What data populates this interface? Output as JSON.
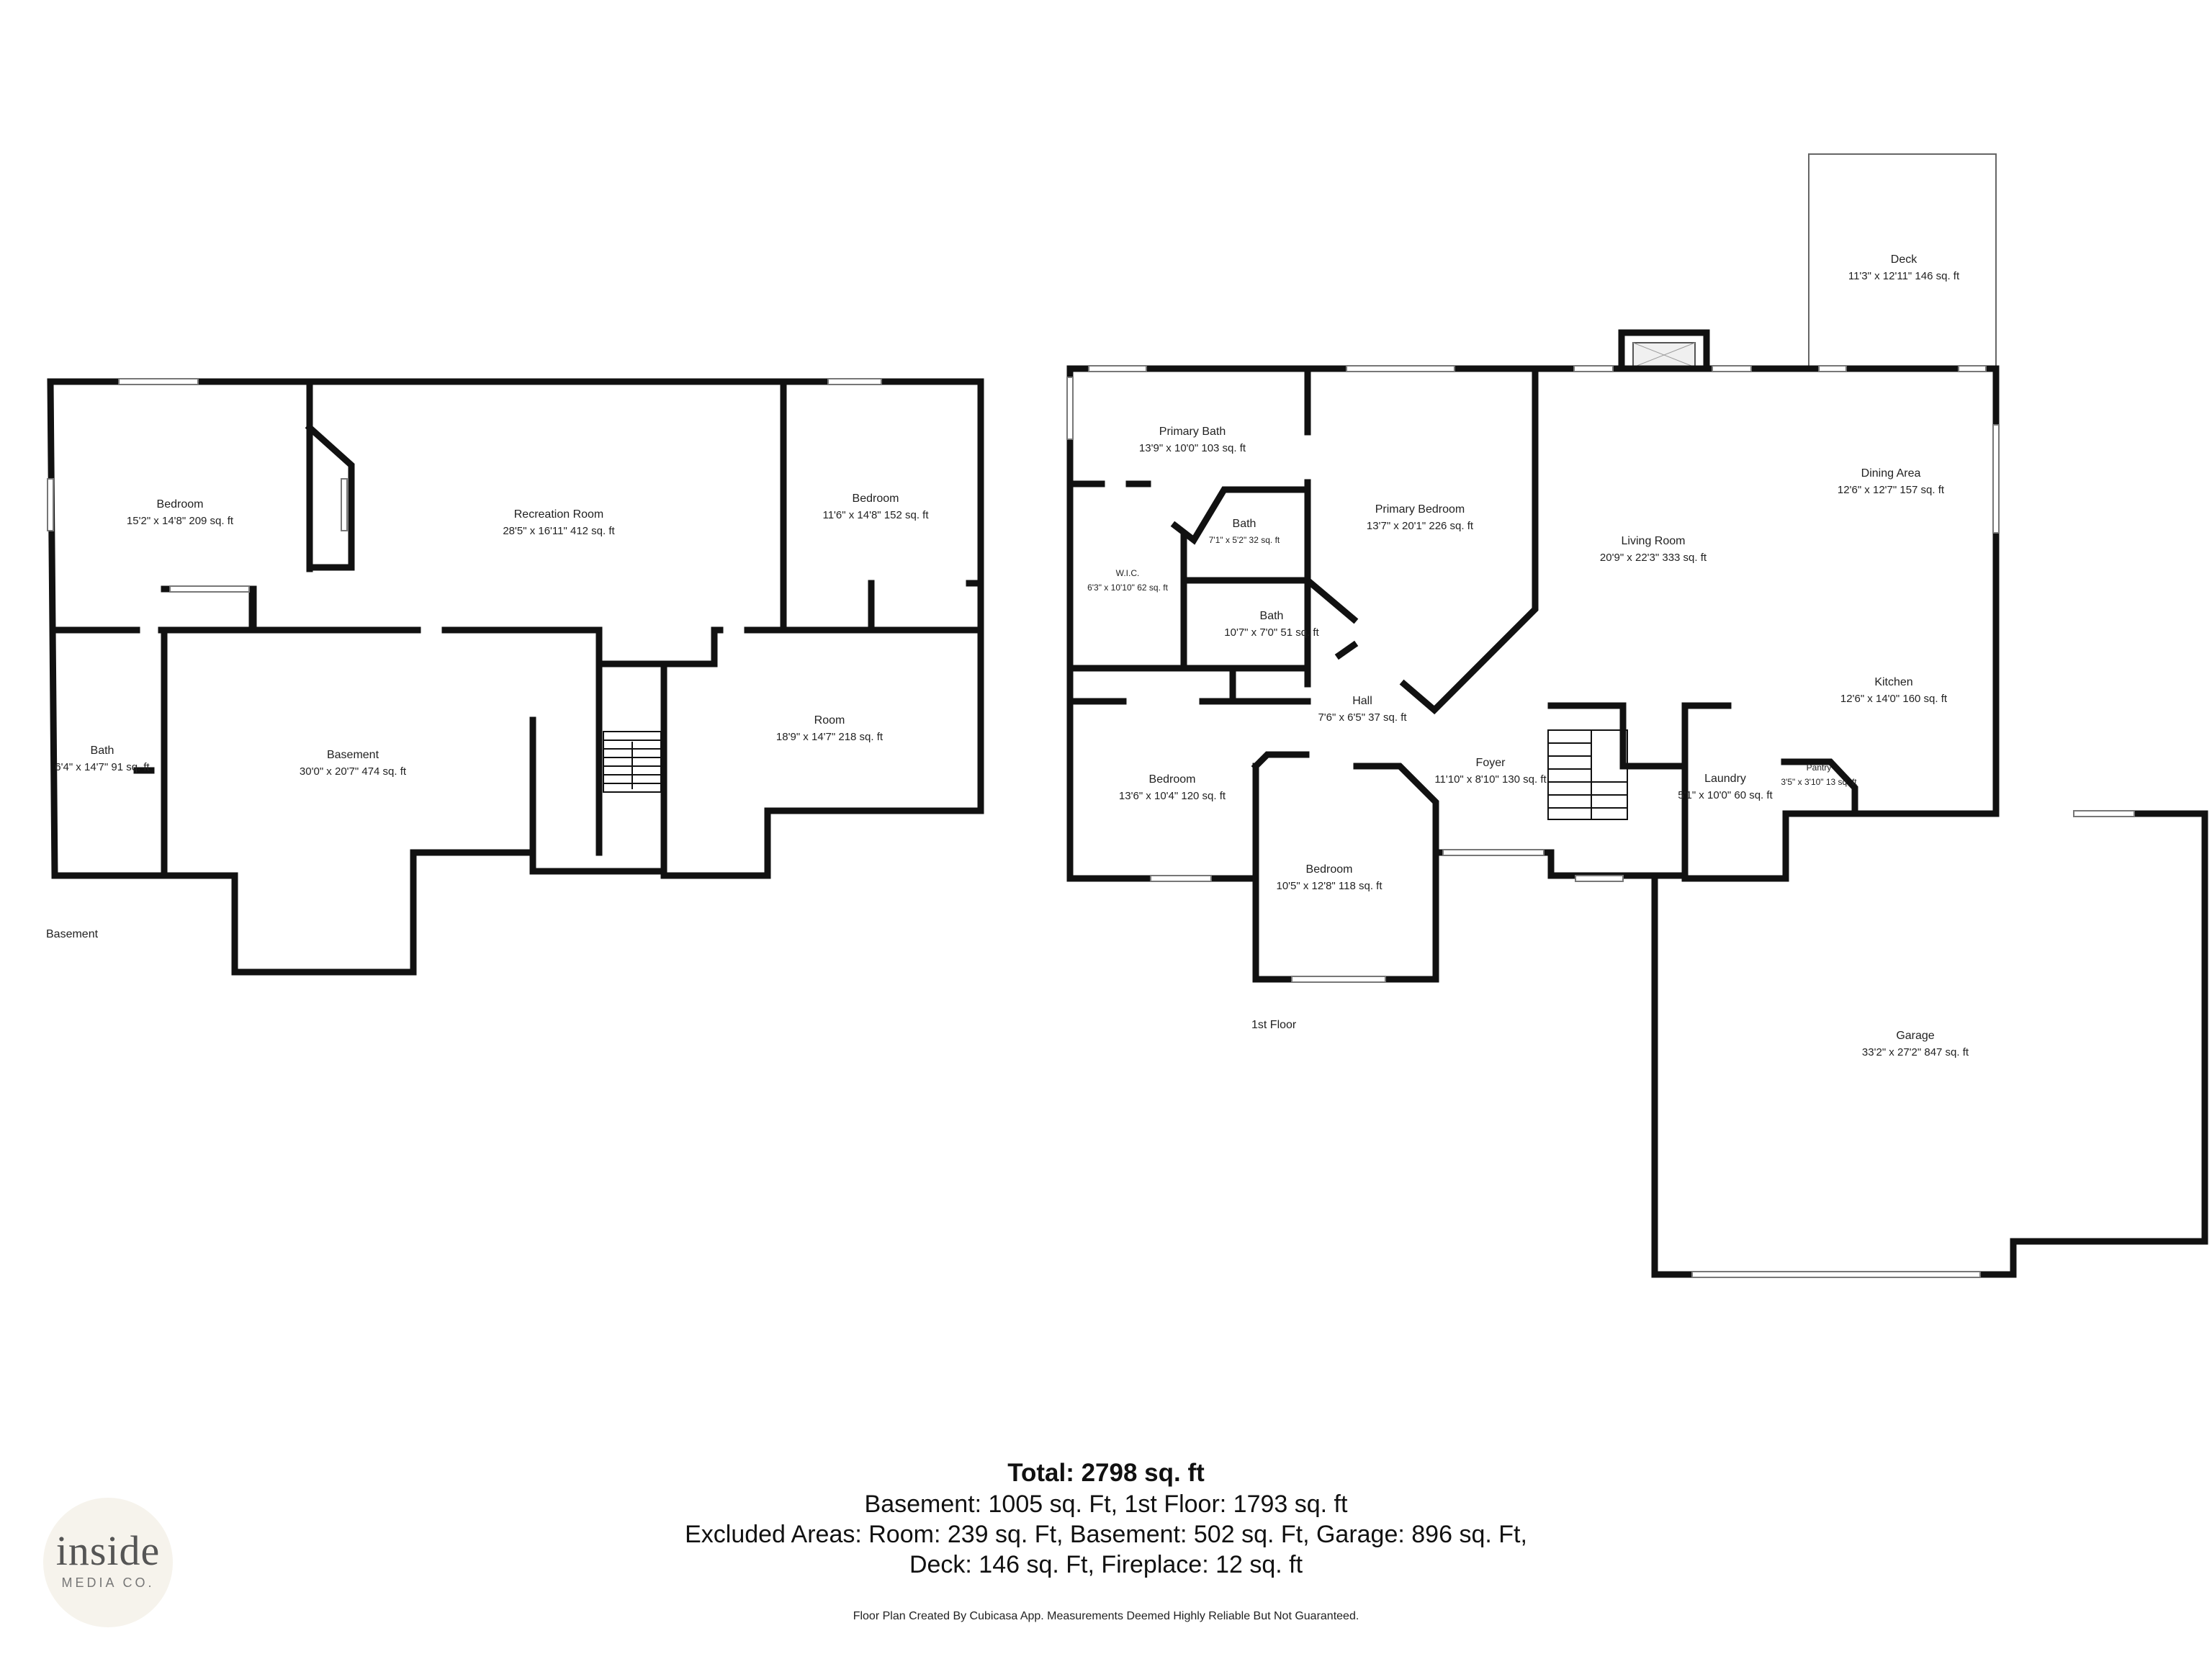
{
  "floors": [
    {
      "label": "Basement",
      "rooms": [
        {
          "name": "Bedroom",
          "dims": "15'2\" x 14'8\" 209 sq. ft"
        },
        {
          "name": "Recreation Room",
          "dims": "28'5\" x 16'11\" 412 sq. ft"
        },
        {
          "name": "Bedroom",
          "dims": "11'6\" x 14'8\" 152 sq. ft"
        },
        {
          "name": "Bath",
          "dims": "6'4\" x 14'7\" 91 sq. ft"
        },
        {
          "name": "Basement",
          "dims": "30'0\" x 20'7\" 474 sq. ft"
        },
        {
          "name": "Room",
          "dims": "18'9\" x 14'7\" 218 sq. ft"
        }
      ]
    },
    {
      "label": "1st Floor",
      "rooms": [
        {
          "name": "Deck",
          "dims": "11'3\" x 12'11\" 146 sq. ft"
        },
        {
          "name": "Primary Bath",
          "dims": "13'9\" x 10'0\" 103 sq. ft"
        },
        {
          "name": "Bath",
          "dims": "7'1\" x 5'2\" 32 sq. ft"
        },
        {
          "name": "W.I.C.",
          "dims": "6'3\" x 10'10\" 62 sq. ft"
        },
        {
          "name": "Bath",
          "dims": "10'7\" x 7'0\" 51 sq. ft"
        },
        {
          "name": "Primary Bedroom",
          "dims": "13'7\" x 20'1\" 226 sq. ft"
        },
        {
          "name": "Living Room",
          "dims": "20'9\" x 22'3\" 333 sq. ft"
        },
        {
          "name": "Dining Area",
          "dims": "12'6\" x 12'7\" 157 sq. ft"
        },
        {
          "name": "Kitchen",
          "dims": "12'6\" x 14'0\" 160 sq. ft"
        },
        {
          "name": "Hall",
          "dims": "7'6\" x 6'5\" 37 sq. ft"
        },
        {
          "name": "Foyer",
          "dims": "11'10\" x 8'10\" 130 sq. ft"
        },
        {
          "name": "Bedroom",
          "dims": "13'6\" x 10'4\" 120 sq. ft"
        },
        {
          "name": "Bedroom",
          "dims": "10'5\" x 12'8\" 118 sq. ft"
        },
        {
          "name": "Laundry",
          "dims": "5'1\" x 10'0\" 60 sq. ft"
        },
        {
          "name": "Pantry",
          "dims": "3'5\" x 3'10\" 13 sq. ft"
        },
        {
          "name": "Garage",
          "dims": "33'2\" x 27'2\" 847 sq. ft"
        }
      ]
    }
  ],
  "summary": {
    "total": "Total: 2798 sq. ft",
    "line1": "Basement: 1005 sq. Ft, 1st Floor: 1793 sq. ft",
    "line2": "Excluded Areas: Room: 239 sq. Ft, Basement: 502 sq. Ft, Garage: 896 sq. Ft,",
    "line3": "Deck: 146 sq. Ft, Fireplace: 12 sq. ft"
  },
  "disclaimer": "Floor Plan Created By Cubicasa App. Measurements Deemed Highly Reliable But Not Guaranteed.",
  "logo": {
    "word": "inside",
    "sub": "MEDIA CO."
  }
}
